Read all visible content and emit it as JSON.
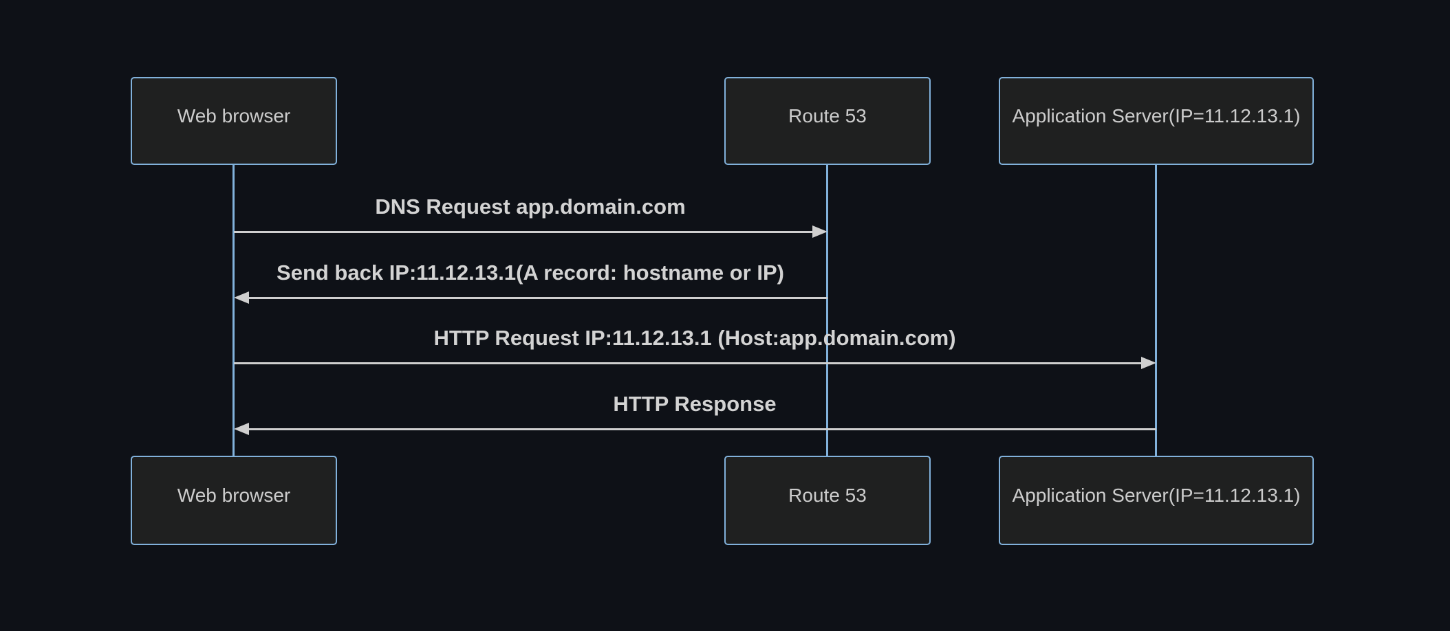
{
  "diagram": {
    "type": "sequence-diagram",
    "colors": {
      "background": "#0e1117",
      "actor_fill": "#1f2020",
      "actor_border": "#81b1db",
      "actor_text": "#cccccc",
      "lifeline": "#81b1db",
      "message_line": "#cfcfcf",
      "message_text": "#d3d3d3"
    },
    "actors": [
      {
        "label": "Web browser"
      },
      {
        "label": "Route 53"
      },
      {
        "label": "Application Server(IP=11.12.13.1)"
      }
    ],
    "messages": [
      {
        "label": "DNS Request app.domain.com",
        "from": "Web browser",
        "to": "Route 53",
        "direction": "right",
        "line_style": "solid"
      },
      {
        "label": "Send back IP:11.12.13.1(A record: hostname or IP)",
        "from": "Route 53",
        "to": "Web browser",
        "direction": "left",
        "line_style": "solid"
      },
      {
        "label": "HTTP Request IP:11.12.13.1 (Host:app.domain.com)",
        "from": "Web browser",
        "to": "Application Server(IP=11.12.13.1)",
        "direction": "right",
        "line_style": "solid"
      },
      {
        "label": "HTTP Response",
        "from": "Application Server(IP=11.12.13.1)",
        "to": "Web browser",
        "direction": "left",
        "line_style": "solid"
      }
    ]
  }
}
